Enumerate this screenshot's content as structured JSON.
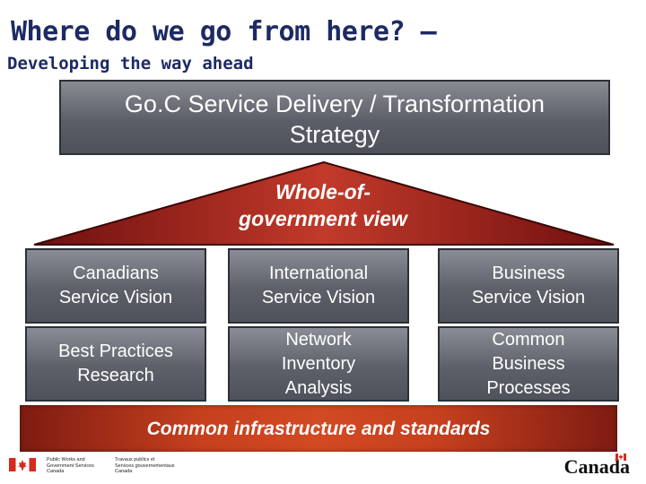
{
  "header": {
    "title": "Where do we go from here? –",
    "subtitle": "Developing the way ahead"
  },
  "strategy": {
    "line1": "Go.C Service Delivery / Transformation",
    "line2": "Strategy"
  },
  "roof": {
    "line1": "Whole-of-",
    "line2": "government view"
  },
  "pillars": [
    {
      "line1": "Canadians",
      "line2": "Service Vision",
      "line3": ""
    },
    {
      "line1": "International",
      "line2": "Service Vision",
      "line3": ""
    },
    {
      "line1": "Business",
      "line2": "Service Vision",
      "line3": ""
    },
    {
      "line1": "Best Practices",
      "line2": "Research",
      "line3": ""
    },
    {
      "line1": "Network",
      "line2": "Inventory",
      "line3": "Analysis"
    },
    {
      "line1": "Common",
      "line2": "Business",
      "line3": "Processes"
    }
  ],
  "base": {
    "label": "Common infrastructure and standards"
  },
  "footer": {
    "fip_en": [
      "Public Works and",
      "Government Services",
      "Canada"
    ],
    "fip_fr": [
      "Travaux publics et",
      "Services gouvernementaux",
      "Canada"
    ],
    "wordmark": "Canada",
    "flag_icon": "canada-flag-icon"
  },
  "colors": {
    "title": "#1d2a63",
    "roof_dark": "#6e0f0f",
    "roof_light": "#c23a2a",
    "base": "#c6401e",
    "pillar": "#5d6069"
  }
}
